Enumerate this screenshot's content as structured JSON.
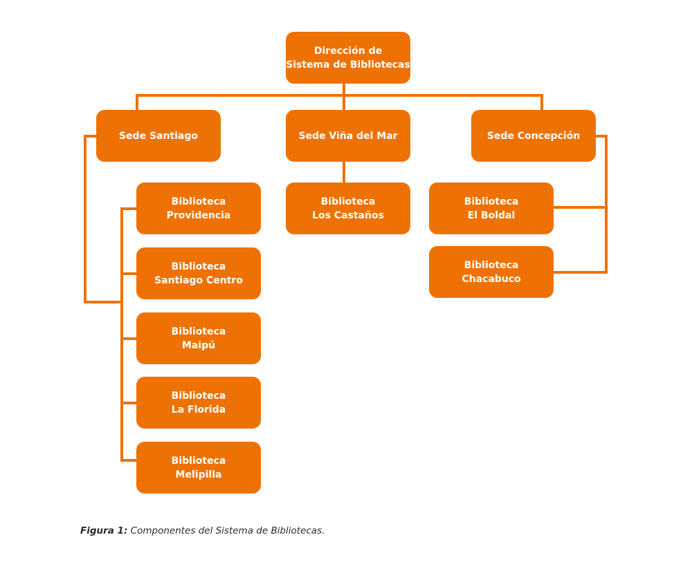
{
  "diagram": {
    "accent_color": "#ee7203",
    "root": {
      "lines": [
        "Dirección de",
        "Sistema de Bibliotecas"
      ]
    },
    "sedes": [
      {
        "label": "Sede Santiago",
        "bibliotecas": [
          {
            "lines": [
              "Biblioteca",
              "Providencia"
            ]
          },
          {
            "lines": [
              "Biblioteca",
              "Santiago Centro"
            ]
          },
          {
            "lines": [
              "Biblioteca",
              "Maipú"
            ]
          },
          {
            "lines": [
              "Biblioteca",
              "La Florida"
            ]
          },
          {
            "lines": [
              "Biblioteca",
              "Melipilla"
            ]
          }
        ]
      },
      {
        "label": "Sede Viña del Mar",
        "bibliotecas": [
          {
            "lines": [
              "Biblioteca",
              "Los Castaños"
            ]
          }
        ]
      },
      {
        "label": "Sede Concepción",
        "bibliotecas": [
          {
            "lines": [
              "Biblioteca",
              "El Boldal"
            ]
          },
          {
            "lines": [
              "Biblioteca",
              "Chacabuco"
            ]
          }
        ]
      }
    ]
  },
  "caption": {
    "label": "Figura 1:",
    "text": " Componentes del Sistema de Bibliotecas."
  }
}
